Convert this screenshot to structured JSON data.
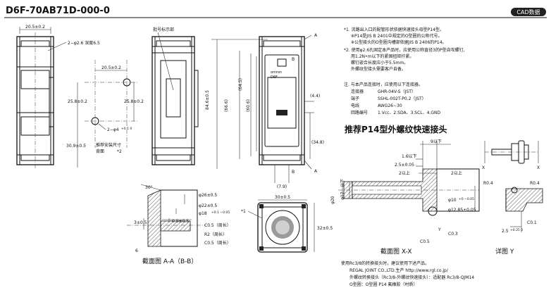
{
  "header": {
    "model": "D6F-70AB71D-000-0",
    "cad_badge": "CAD数据"
  },
  "front_view": {
    "dim_width": "20.5±0.2",
    "hole_label": "2−φ2.6 深度6.5"
  },
  "mount_view": {
    "dim_top": "20.5±0.2",
    "dim_left_top": "25.8±0.2",
    "dim_right": "25.8±0.2",
    "dim_left_bottom": "30.9±0.5",
    "hole_label": "2−φ4",
    "hole_tol": "+0.1 0",
    "caption_line1": "推荐安装尺寸",
    "caption_line2": "背面",
    "caption_mark": "*2"
  },
  "side_view": {
    "label_area": "批号标示部"
  },
  "connector_view": {
    "section_a_top": "A",
    "section_a_bottom": "A",
    "section_b_top": "B",
    "section_b_bottom": "B",
    "dim_total": "84.6±0.5",
    "dim_66": "(66.6)",
    "dim_645": "(64.5)",
    "dim_606": "(60.6)",
    "dim_44": "(4.4)",
    "dim_348": "(34.8)",
    "dim_79": "(7.9)",
    "omron_label": "omron",
    "device_label": "D6F"
  },
  "notes": {
    "n1": "*1. 流路出入口的配管形状依据快速接头母型P14型。",
    "n1a": "※P14是JIS B 2401中规定的O型圈的公称代号。",
    "n1b": "※公型接头的O型圈沟槽部依据JIS B 2406的P14。",
    "n2": "*2. 使用φ2.6孔固定本产品时，应使用公称直径3的P型自攻螺钉,",
    "n2a": "用1.2N•m以下的紧固扭矩拧紧。",
    "n2b": "螺钉嵌合长度应小于5.5mm。",
    "n2c": "外螺纹型接头需要客户自备。",
    "conn_intro": "注. 与本产品连接时，应使用以下连接器。",
    "conn_rows": [
      {
        "k": "连接器",
        "v": "GHR-04V-S（JST）"
      },
      {
        "k": "端子",
        "v": "SSHL-002T-P0.2（JST）"
      },
      {
        "k": "电线",
        "v": "AWG26∼30"
      },
      {
        "k": "回路编号",
        "v": "1.Vcc、2.SDA、3.SCL、4.GND"
      }
    ],
    "p14_title": "推荐P14型外螺纹快速接头"
  },
  "p14_drawing": {
    "d9": "9以下",
    "d16": "1.6以下",
    "d25": "2.5±0.05",
    "d2a": "2以上",
    "d2b": "2以上",
    "d20": "φ20",
    "d17": "φ17",
    "d17tol": "以下",
    "d10": "φ10",
    "d10tol": "+0 −0.05",
    "d1285": "φ12.85±0.05",
    "c05": "C0.5",
    "c03": "C0.3",
    "y": "Y",
    "caption": "截面图 X-X",
    "x_left": "X",
    "x_right": "X"
  },
  "detail_y": {
    "r04a": "R0.4",
    "r04b": "R0.4",
    "c01": "C0.1",
    "d25": "2.5",
    "d25tol": "+0.25 0",
    "caption": "详图 Y"
  },
  "section_aa": {
    "angle": "30°",
    "d26": "φ26±0.5",
    "d22": "φ22±0.5",
    "d18": "φ18",
    "d18tol": "+0.1 −0.05",
    "d3": "3±0.5",
    "d09": "0.9±0.5",
    "c05a": "C0.5（周长）",
    "r2": "R2（周长）",
    "c05b": "C0.5（周长）",
    "d6": "6",
    "caption": "截面图 A-A（B-B）"
  },
  "port_view": {
    "mark": "*1",
    "d30": "30±0.5",
    "d32": "32±0.5"
  },
  "bottom": {
    "l1": "使用Rc3/8的转换接头时，建议使用下述产品。",
    "l2": "REGAL JOINT CO.,LTD.生产  http://www.rgl.co.jp/",
    "l3": "外螺纹转换接头（Rc3/8-外螺纹快速接头）：适配器 Rc3/8-QJM14",
    "l4": "O型圈：O型圈 P14 氟橡胶（村质）"
  }
}
